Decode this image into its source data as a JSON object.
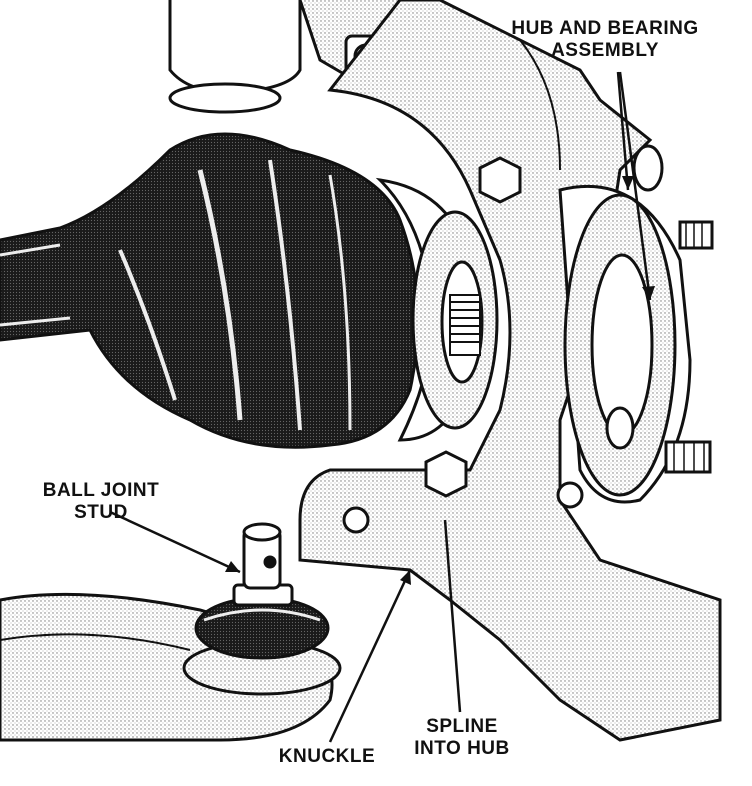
{
  "labels": {
    "hub_and_bearing": [
      "HUB AND BEARING",
      "ASSEMBLY"
    ],
    "ball_joint_stud": [
      "BALL JOINT",
      "STUD"
    ],
    "spline_into_hub": [
      "SPLINE",
      "INTO HUB"
    ],
    "knuckle": [
      "KNUCKLE"
    ]
  },
  "colors": {
    "ink": "#111111",
    "paper": "#ffffff",
    "shade": "#d8d8d8"
  }
}
